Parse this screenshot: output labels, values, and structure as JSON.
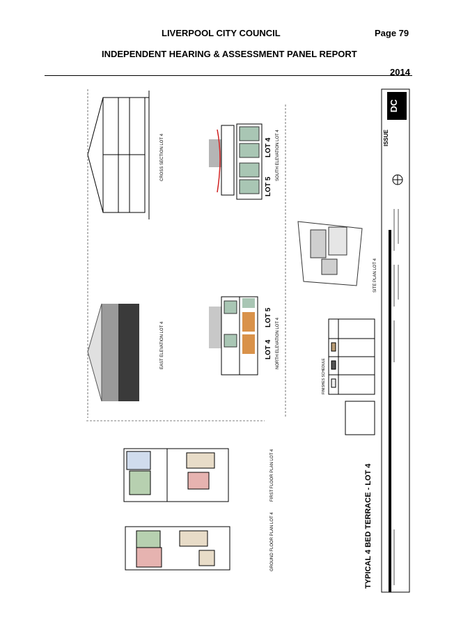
{
  "header": {
    "council": "LIVERPOOL CITY COUNCIL",
    "page": "Page 79",
    "report": "INDEPENDENT HEARING & ASSESSMENT PANEL REPORT",
    "year": "2014"
  },
  "drawing": {
    "title": "TYPICAL 4 BED TERRACE - LOT 4",
    "cross_section": "CROSS SECTION LOT 4",
    "south_elevation": "SOUTH ELEVATION LOT 4",
    "east_elevation": "EAST ELEVATION LOT 4",
    "north_elevation": "NORTH ELEVATION LOT 4",
    "first_floor": "FIRST FLOOR PLAN LOT 4",
    "ground_floor": "GROUND FLOOR PLAN LOT 4",
    "site_plan": "SITE PLAN LOT 4",
    "lot4": "LOT 4",
    "lot5": "LOT 5",
    "finishes": "FINISHES SCHEDULE",
    "issue": "ISSUE",
    "logo": "DC"
  },
  "colors": {
    "roof_dark": "#3a3a3a",
    "roof_grey": "#9a9a9a",
    "window_green": "#a9c6b4",
    "brick_orange": "#d9924a",
    "room_green": "#b7d0b0",
    "room_pink": "#e6b3b0",
    "room_beige": "#e8dcc8"
  }
}
